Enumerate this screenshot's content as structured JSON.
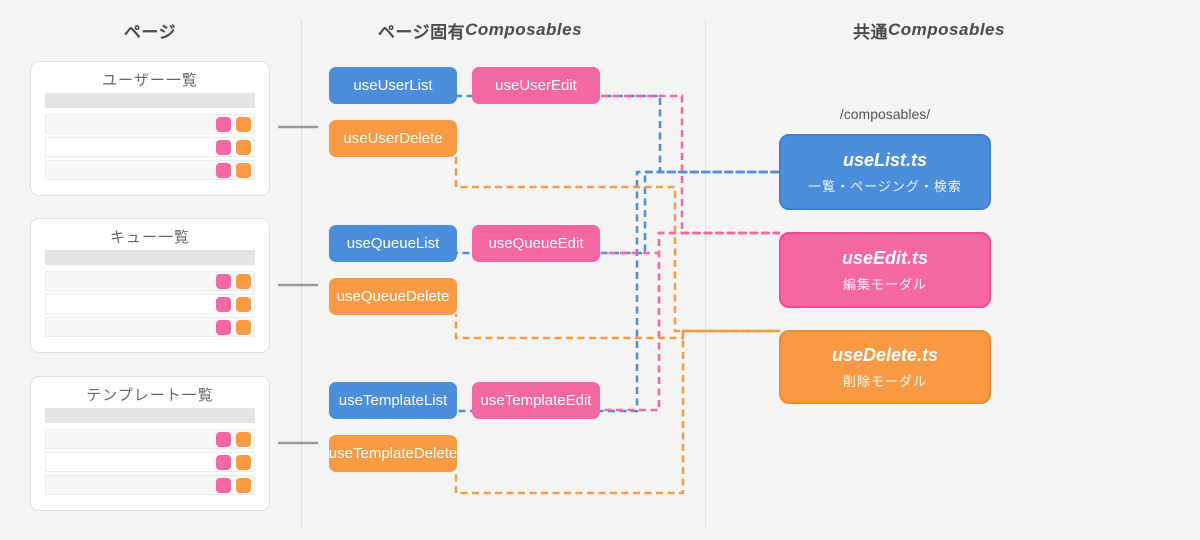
{
  "diagram": {
    "col1_title": "ページ",
    "col2_title_jp": "ページ固有",
    "col2_title_it": "Composables",
    "col3_title_jp": "共通",
    "col3_title_it": "Composables",
    "cards": [
      {
        "title": "ユーザー一覧"
      },
      {
        "title": "キュー一覧"
      },
      {
        "title": "テンプレート一覧"
      }
    ],
    "nodes": {
      "user": {
        "list": "useUserList",
        "edit": "useUserEdit",
        "del": "useUserDelete"
      },
      "queue": {
        "list": "useQueueList",
        "edit": "useQueueEdit",
        "del": "useQueueDelete"
      },
      "template": {
        "list": "useTemplateList",
        "edit": "useTemplateEdit",
        "del": "useTemplateDelete"
      }
    },
    "folder_label": "/composables/",
    "shared": [
      {
        "name": "useList.ts",
        "desc": "一覧・ページング・検索"
      },
      {
        "name": "useEdit.ts",
        "desc": "編集モーダル"
      },
      {
        "name": "useDelete.ts",
        "desc": "削除モーダル"
      }
    ],
    "colors": {
      "list_blue": "#4a8edc",
      "list_blue_border": "#3d7fd4",
      "edit_pink": "#f567a0",
      "edit_pink_border": "#ee4b92",
      "delete_orange": "#f79a43",
      "delete_orange_border": "#ee8d2e",
      "connector_gray": "#9b9b9b"
    }
  }
}
